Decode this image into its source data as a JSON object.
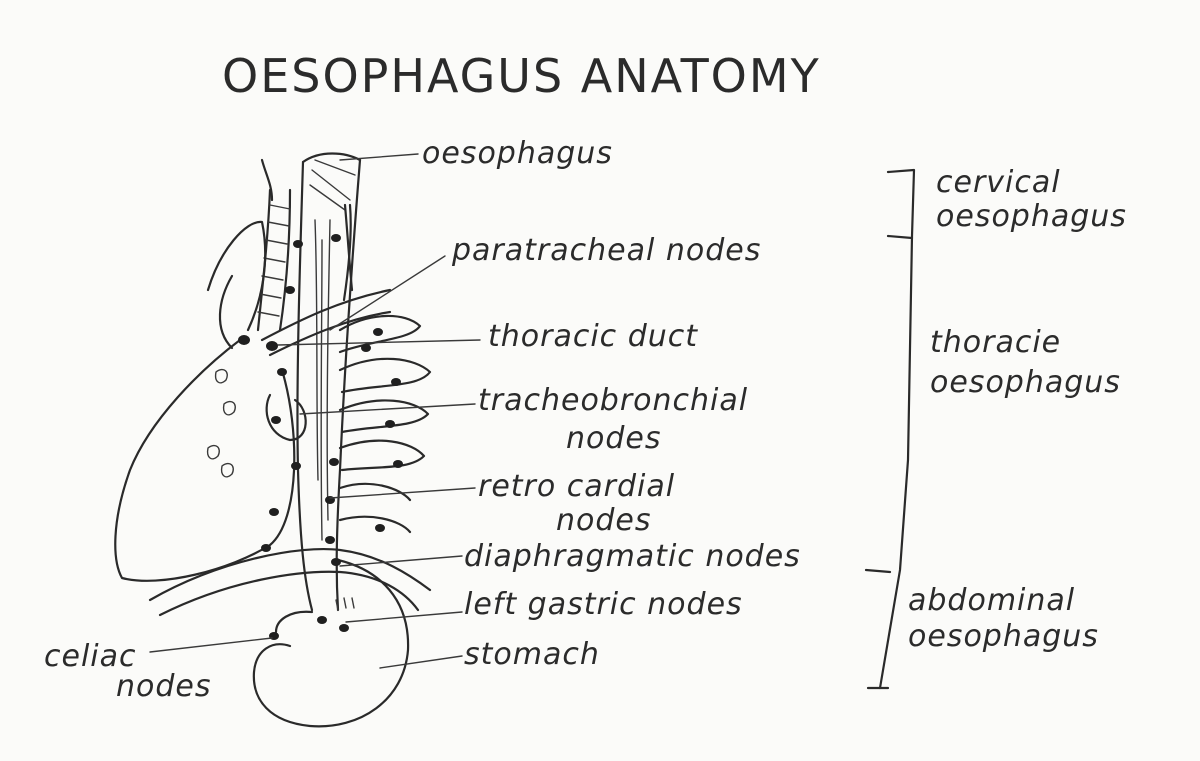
{
  "title": "OESOPHAGUS ANATOMY",
  "labels": {
    "oesophagus": "oesophagus",
    "paratracheal": "paratracheal nodes",
    "thoracic_duct": "thoracic duct",
    "tracheobronchial_1": "tracheobronchial",
    "tracheobronchial_2": "nodes",
    "retrocardial_1": "retro cardial",
    "retrocardial_2": "nodes",
    "diaphragmatic": "diaphragmatic nodes",
    "left_gastric": "left gastric nodes",
    "stomach": "stomach",
    "celiac_1": "celiac",
    "celiac_2": "nodes"
  },
  "sections": {
    "cervical_1": "cervical",
    "cervical_2": "oesophagus",
    "thoracic_1": "thoracie",
    "thoracic_2": "oesophagus",
    "abdominal_1": "abdominal",
    "abdominal_2": "oesophagus"
  }
}
